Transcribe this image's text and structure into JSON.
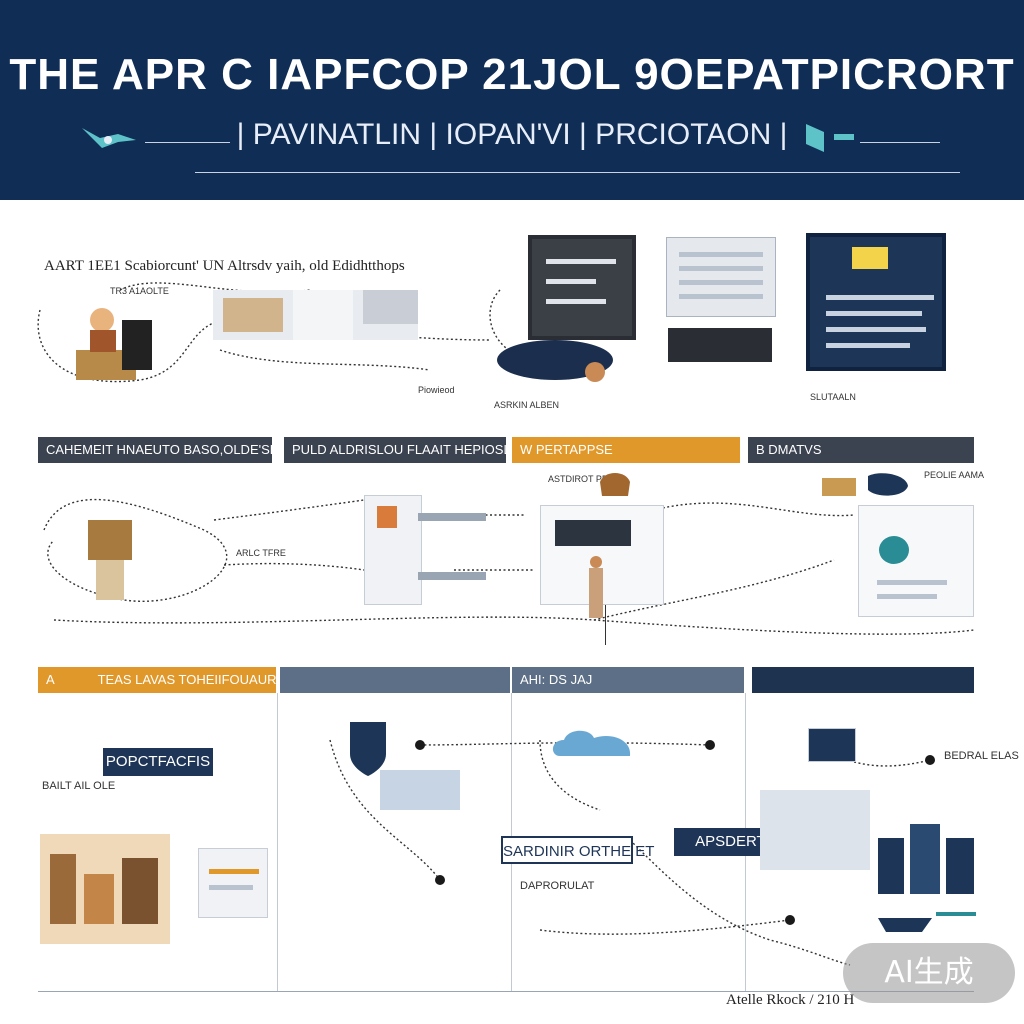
{
  "header": {
    "title": "THE APR C IAPFCOP 21JOL 9OEPATPICRORT",
    "subtitle": "| PAVINATLIN | IOPAN'VI | PRCIOTAON |"
  },
  "top_section": {
    "note": "AART 1EE1 Scabiorcunt' UN Altrsdv yaih, old Edidhtthops",
    "left_caption": "TR3 A1AOLTE",
    "mid_label": "Piowieod",
    "center_caption": "ASRKIN ALBEN",
    "right_caption": "SLUTAALN"
  },
  "mid_bands": [
    {
      "label": "CAHEMEIT HNAEUTO BASO,OLDE'SL."
    },
    {
      "label": "PULD ALDRISLOU FLAAIT HEPIOSLOH"
    },
    {
      "label": "W PERTAPPSE"
    },
    {
      "label": "B DMATVS"
    }
  ],
  "mid_section": {
    "left_caption": "ARLC TFRE",
    "center_caption": "ASTDIROT PEAO",
    "right_caption": "PEOLIE AAMA"
  },
  "bottom_bands": [
    {
      "label": "A"
    },
    {
      "label": "TEAS LAVAS TOHEIIFOUAURENO"
    },
    {
      "label": "AHI: DS JAJ"
    },
    {
      "label": ""
    }
  ],
  "bottom_section": {
    "label_left": "POPCTFACFIS",
    "left_caption": "BAILT AIL OLE",
    "label_center": "SARDINIR ORTHE ET",
    "label_right": "APSDERTT",
    "center_caption": "DAPRORULAT",
    "right_caption": "BEDRAL ELAS"
  },
  "footer": "Atelle Rkock / 210 H",
  "watermark": "AI生成"
}
